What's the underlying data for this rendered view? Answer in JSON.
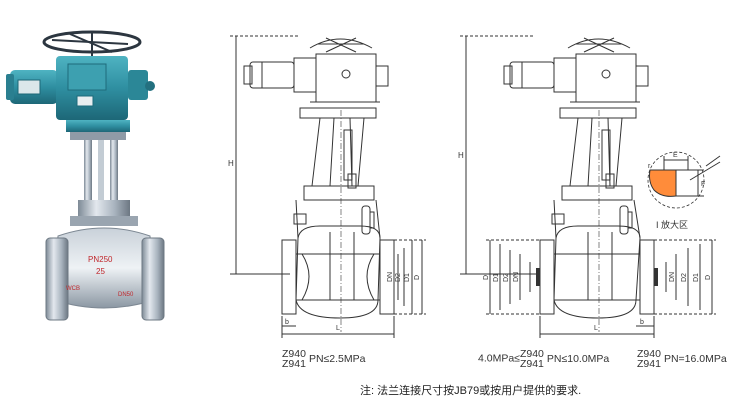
{
  "captions": {
    "left": {
      "model_top": "Z940",
      "model_bottom": "Z941",
      "rating": "PN≤2.5MPa"
    },
    "middle": {
      "prefix": "4.0MPa≤",
      "model_top": "Z940",
      "model_bottom": "Z941",
      "rating": "PN≤10.0MPa"
    },
    "right": {
      "model_top": "Z940",
      "model_bottom": "Z941",
      "rating": "PN=16.0MPa"
    }
  },
  "footnote": "注: 法兰连接尺寸按JB79或按用户提供的要求.",
  "detail_label": "I 放大区",
  "photo_markings": {
    "body_top": "PN250",
    "body_mid": "25",
    "body_left": "WCB",
    "body_right": "DN50"
  },
  "dimension_labels": {
    "height": "H",
    "length": "L",
    "thickness": "b",
    "flange_outer": "D",
    "bolt_circle": "D1",
    "raised_face": "D2",
    "nominal": "DN",
    "groove_e": "E",
    "groove_f": "F",
    "groove_r": "r"
  }
}
